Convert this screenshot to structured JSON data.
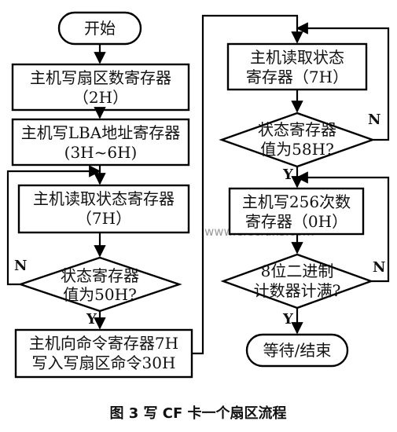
{
  "flowchart": {
    "start": "开始",
    "left": {
      "write_sector_count": [
        "主机写扇区数寄存器",
        "（2H）"
      ],
      "write_lba": [
        "主机写LBA地址寄存器",
        "(3H~6H)"
      ],
      "read_status": [
        "主机读取状态寄存器",
        "（7H）"
      ],
      "decision": [
        "状态寄存器",
        "值为50H?"
      ],
      "write_command": [
        "主机向命令寄存器7H",
        "写入写扇区命令30H"
      ]
    },
    "right": {
      "read_status": [
        "主机读取状态",
        "寄存器（7H）"
      ],
      "decision": [
        "状态寄存器",
        "值为58H?"
      ],
      "write_data": [
        "主机写256次数",
        "寄存器（0H）"
      ],
      "counter_decision": [
        "8位二进制",
        "计数器计满?"
      ],
      "end": "等待/结束"
    },
    "branch_yes": "Y",
    "branch_no": "N"
  },
  "watermark": "www.elecfans.com",
  "caption": "图 3  写 CF 卡一个扇区流程"
}
